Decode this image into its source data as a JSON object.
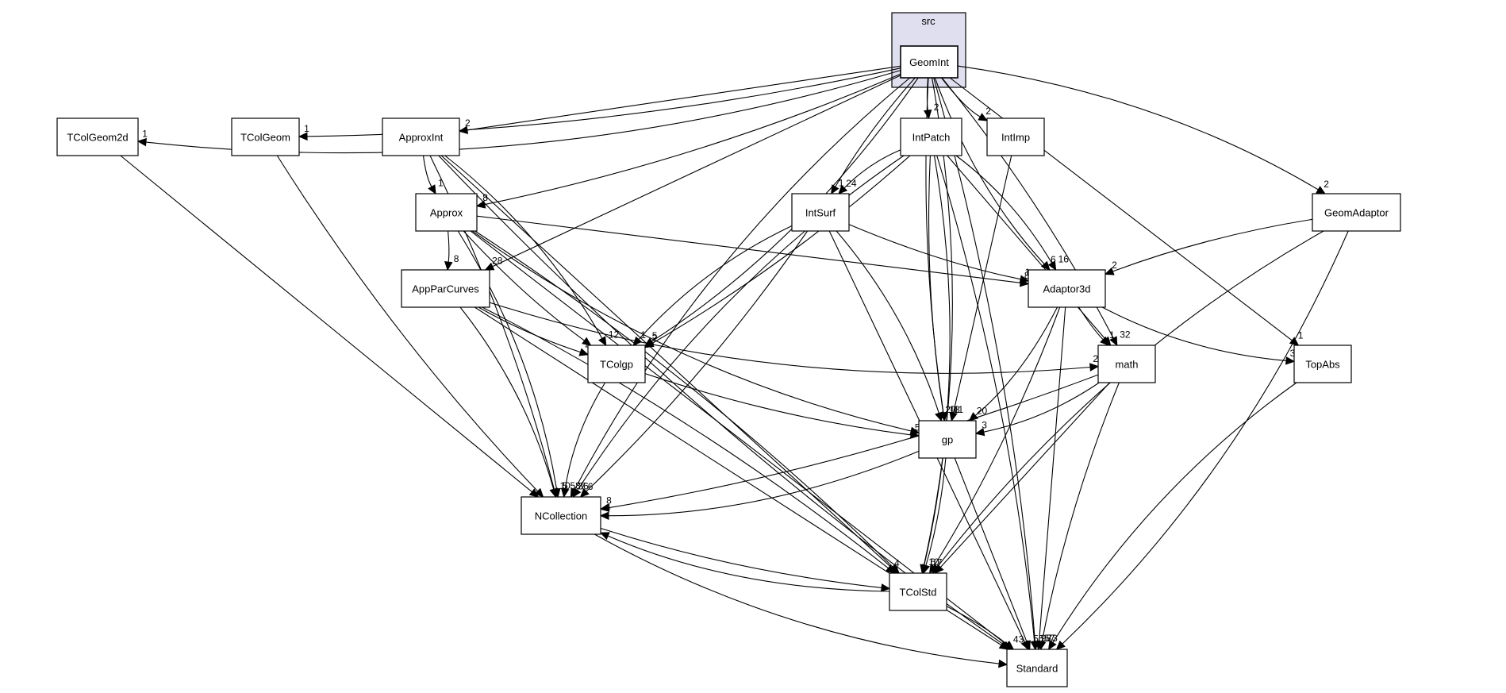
{
  "cluster": {
    "label": "src"
  },
  "nodes": {
    "GeomInt": "GeomInt",
    "TColGeom2d": "TColGeom2d",
    "TColGeom": "TColGeom",
    "ApproxInt": "ApproxInt",
    "IntPatch": "IntPatch",
    "IntImp": "IntImp",
    "GeomAdaptor": "GeomAdaptor",
    "Approx": "Approx",
    "IntSurf": "IntSurf",
    "AppParCurves": "AppParCurves",
    "Adaptor3d": "Adaptor3d",
    "TColgp": "TColgp",
    "math": "math",
    "TopAbs": "TopAbs",
    "gp": "gp",
    "NCollection": "NCollection",
    "TColStd": "TColStd",
    "Standard": "Standard"
  },
  "edges": [
    {
      "from": "GeomInt",
      "to": "TColGeom2d",
      "count": "1"
    },
    {
      "from": "GeomInt",
      "to": "TColGeom",
      "count": "1"
    },
    {
      "from": "GeomInt",
      "to": "ApproxInt",
      "count": "2"
    },
    {
      "from": "GeomInt",
      "to": "IntPatch",
      "count": "2"
    },
    {
      "from": "GeomInt",
      "to": "IntImp",
      "count": "2"
    },
    {
      "from": "GeomInt",
      "to": "GeomAdaptor",
      "count": "2"
    },
    {
      "from": "GeomInt",
      "to": "Approx",
      "count": "8"
    },
    {
      "from": "GeomInt",
      "to": "AppParCurves",
      "count": "28"
    },
    {
      "from": "GeomInt",
      "to": "IntSurf",
      "count": "1"
    },
    {
      "from": "GeomInt",
      "to": "Adaptor3d",
      "count": "6"
    },
    {
      "from": "GeomInt",
      "to": "TColgp",
      "count": "5"
    },
    {
      "from": "GeomInt",
      "to": "math",
      "count": "32"
    },
    {
      "from": "GeomInt",
      "to": "TopAbs",
      "count": "1"
    },
    {
      "from": "GeomInt",
      "to": "gp",
      "count": "18"
    },
    {
      "from": "GeomInt",
      "to": "NCollection",
      "count": "36"
    },
    {
      "from": "GeomInt",
      "to": "TColStd",
      "count": "10"
    },
    {
      "from": "GeomInt",
      "to": "Standard",
      "count": "98"
    },
    {
      "from": "TColGeom2d",
      "to": "NCollection",
      "count": ""
    },
    {
      "from": "TColGeom",
      "to": "NCollection",
      "count": ""
    },
    {
      "from": "ApproxInt",
      "to": "Approx",
      "count": "1"
    },
    {
      "from": "ApproxInt",
      "to": "TColgp",
      "count": "12"
    },
    {
      "from": "ApproxInt",
      "to": "NCollection",
      "count": ""
    },
    {
      "from": "ApproxInt",
      "to": "TColStd",
      "count": ""
    },
    {
      "from": "ApproxInt",
      "to": "Standard",
      "count": ""
    },
    {
      "from": "IntPatch",
      "to": "IntSurf",
      "count": "24"
    },
    {
      "from": "IntPatch",
      "to": "Adaptor3d",
      "count": "16"
    },
    {
      "from": "IntPatch",
      "to": "TColgp",
      "count": "2"
    },
    {
      "from": "IntPatch",
      "to": "math",
      "count": ""
    },
    {
      "from": "IntPatch",
      "to": "gp",
      "count": "11"
    },
    {
      "from": "IntPatch",
      "to": "NCollection",
      "count": "7"
    },
    {
      "from": "IntPatch",
      "to": "TColStd",
      "count": ""
    },
    {
      "from": "IntPatch",
      "to": "Standard",
      "count": ""
    },
    {
      "from": "IntImp",
      "to": "gp",
      "count": "1"
    },
    {
      "from": "GeomAdaptor",
      "to": "Adaptor3d",
      "count": "2"
    },
    {
      "from": "GeomAdaptor",
      "to": "TColStd",
      "count": ""
    },
    {
      "from": "GeomAdaptor",
      "to": "Standard",
      "count": ""
    },
    {
      "from": "Approx",
      "to": "AppParCurves",
      "count": "8"
    },
    {
      "from": "Approx",
      "to": "Adaptor3d",
      "count": "8"
    },
    {
      "from": "Approx",
      "to": "TColgp",
      "count": ""
    },
    {
      "from": "Approx",
      "to": "gp",
      "count": ""
    },
    {
      "from": "Approx",
      "to": "NCollection",
      "count": "5"
    },
    {
      "from": "Approx",
      "to": "TColStd",
      "count": ""
    },
    {
      "from": "Approx",
      "to": "Standard",
      "count": ""
    },
    {
      "from": "IntSurf",
      "to": "Adaptor3d",
      "count": "1"
    },
    {
      "from": "IntSurf",
      "to": "TColgp",
      "count": "1"
    },
    {
      "from": "IntSurf",
      "to": "gp",
      "count": "20"
    },
    {
      "from": "IntSurf",
      "to": "NCollection",
      "count": "6"
    },
    {
      "from": "IntSurf",
      "to": "Standard",
      "count": ""
    },
    {
      "from": "AppParCurves",
      "to": "TColgp",
      "count": "4"
    },
    {
      "from": "AppParCurves",
      "to": "math",
      "count": "2"
    },
    {
      "from": "AppParCurves",
      "to": "NCollection",
      "count": "10"
    },
    {
      "from": "AppParCurves",
      "to": "TColStd",
      "count": "4"
    },
    {
      "from": "AppParCurves",
      "to": "Standard",
      "count": ""
    },
    {
      "from": "Adaptor3d",
      "to": "math",
      "count": "1"
    },
    {
      "from": "Adaptor3d",
      "to": "TopAbs",
      "count": "3"
    },
    {
      "from": "Adaptor3d",
      "to": "gp",
      "count": "20"
    },
    {
      "from": "Adaptor3d",
      "to": "TColStd",
      "count": "7"
    },
    {
      "from": "Adaptor3d",
      "to": "Standard",
      "count": "57"
    },
    {
      "from": "TColgp",
      "to": "gp",
      "count": "55"
    },
    {
      "from": "TColgp",
      "to": "NCollection",
      "count": "58"
    },
    {
      "from": "math",
      "to": "gp",
      "count": "3"
    },
    {
      "from": "math",
      "to": "NCollection",
      "count": "8"
    },
    {
      "from": "math",
      "to": "TColStd",
      "count": ""
    },
    {
      "from": "math",
      "to": "Standard",
      "count": "73"
    },
    {
      "from": "TopAbs",
      "to": "Standard",
      "count": ""
    },
    {
      "from": "gp",
      "to": "NCollection",
      "count": "4"
    },
    {
      "from": "gp",
      "to": "TColStd",
      "count": "6"
    },
    {
      "from": "gp",
      "to": "Standard",
      "count": "55"
    },
    {
      "from": "NCollection",
      "to": "TColStd",
      "count": ""
    },
    {
      "from": "NCollection",
      "to": "Standard",
      "count": ""
    },
    {
      "from": "TColStd",
      "to": "NCollection",
      "count": ""
    },
    {
      "from": "TColStd",
      "to": "Standard",
      "count": "43"
    }
  ]
}
